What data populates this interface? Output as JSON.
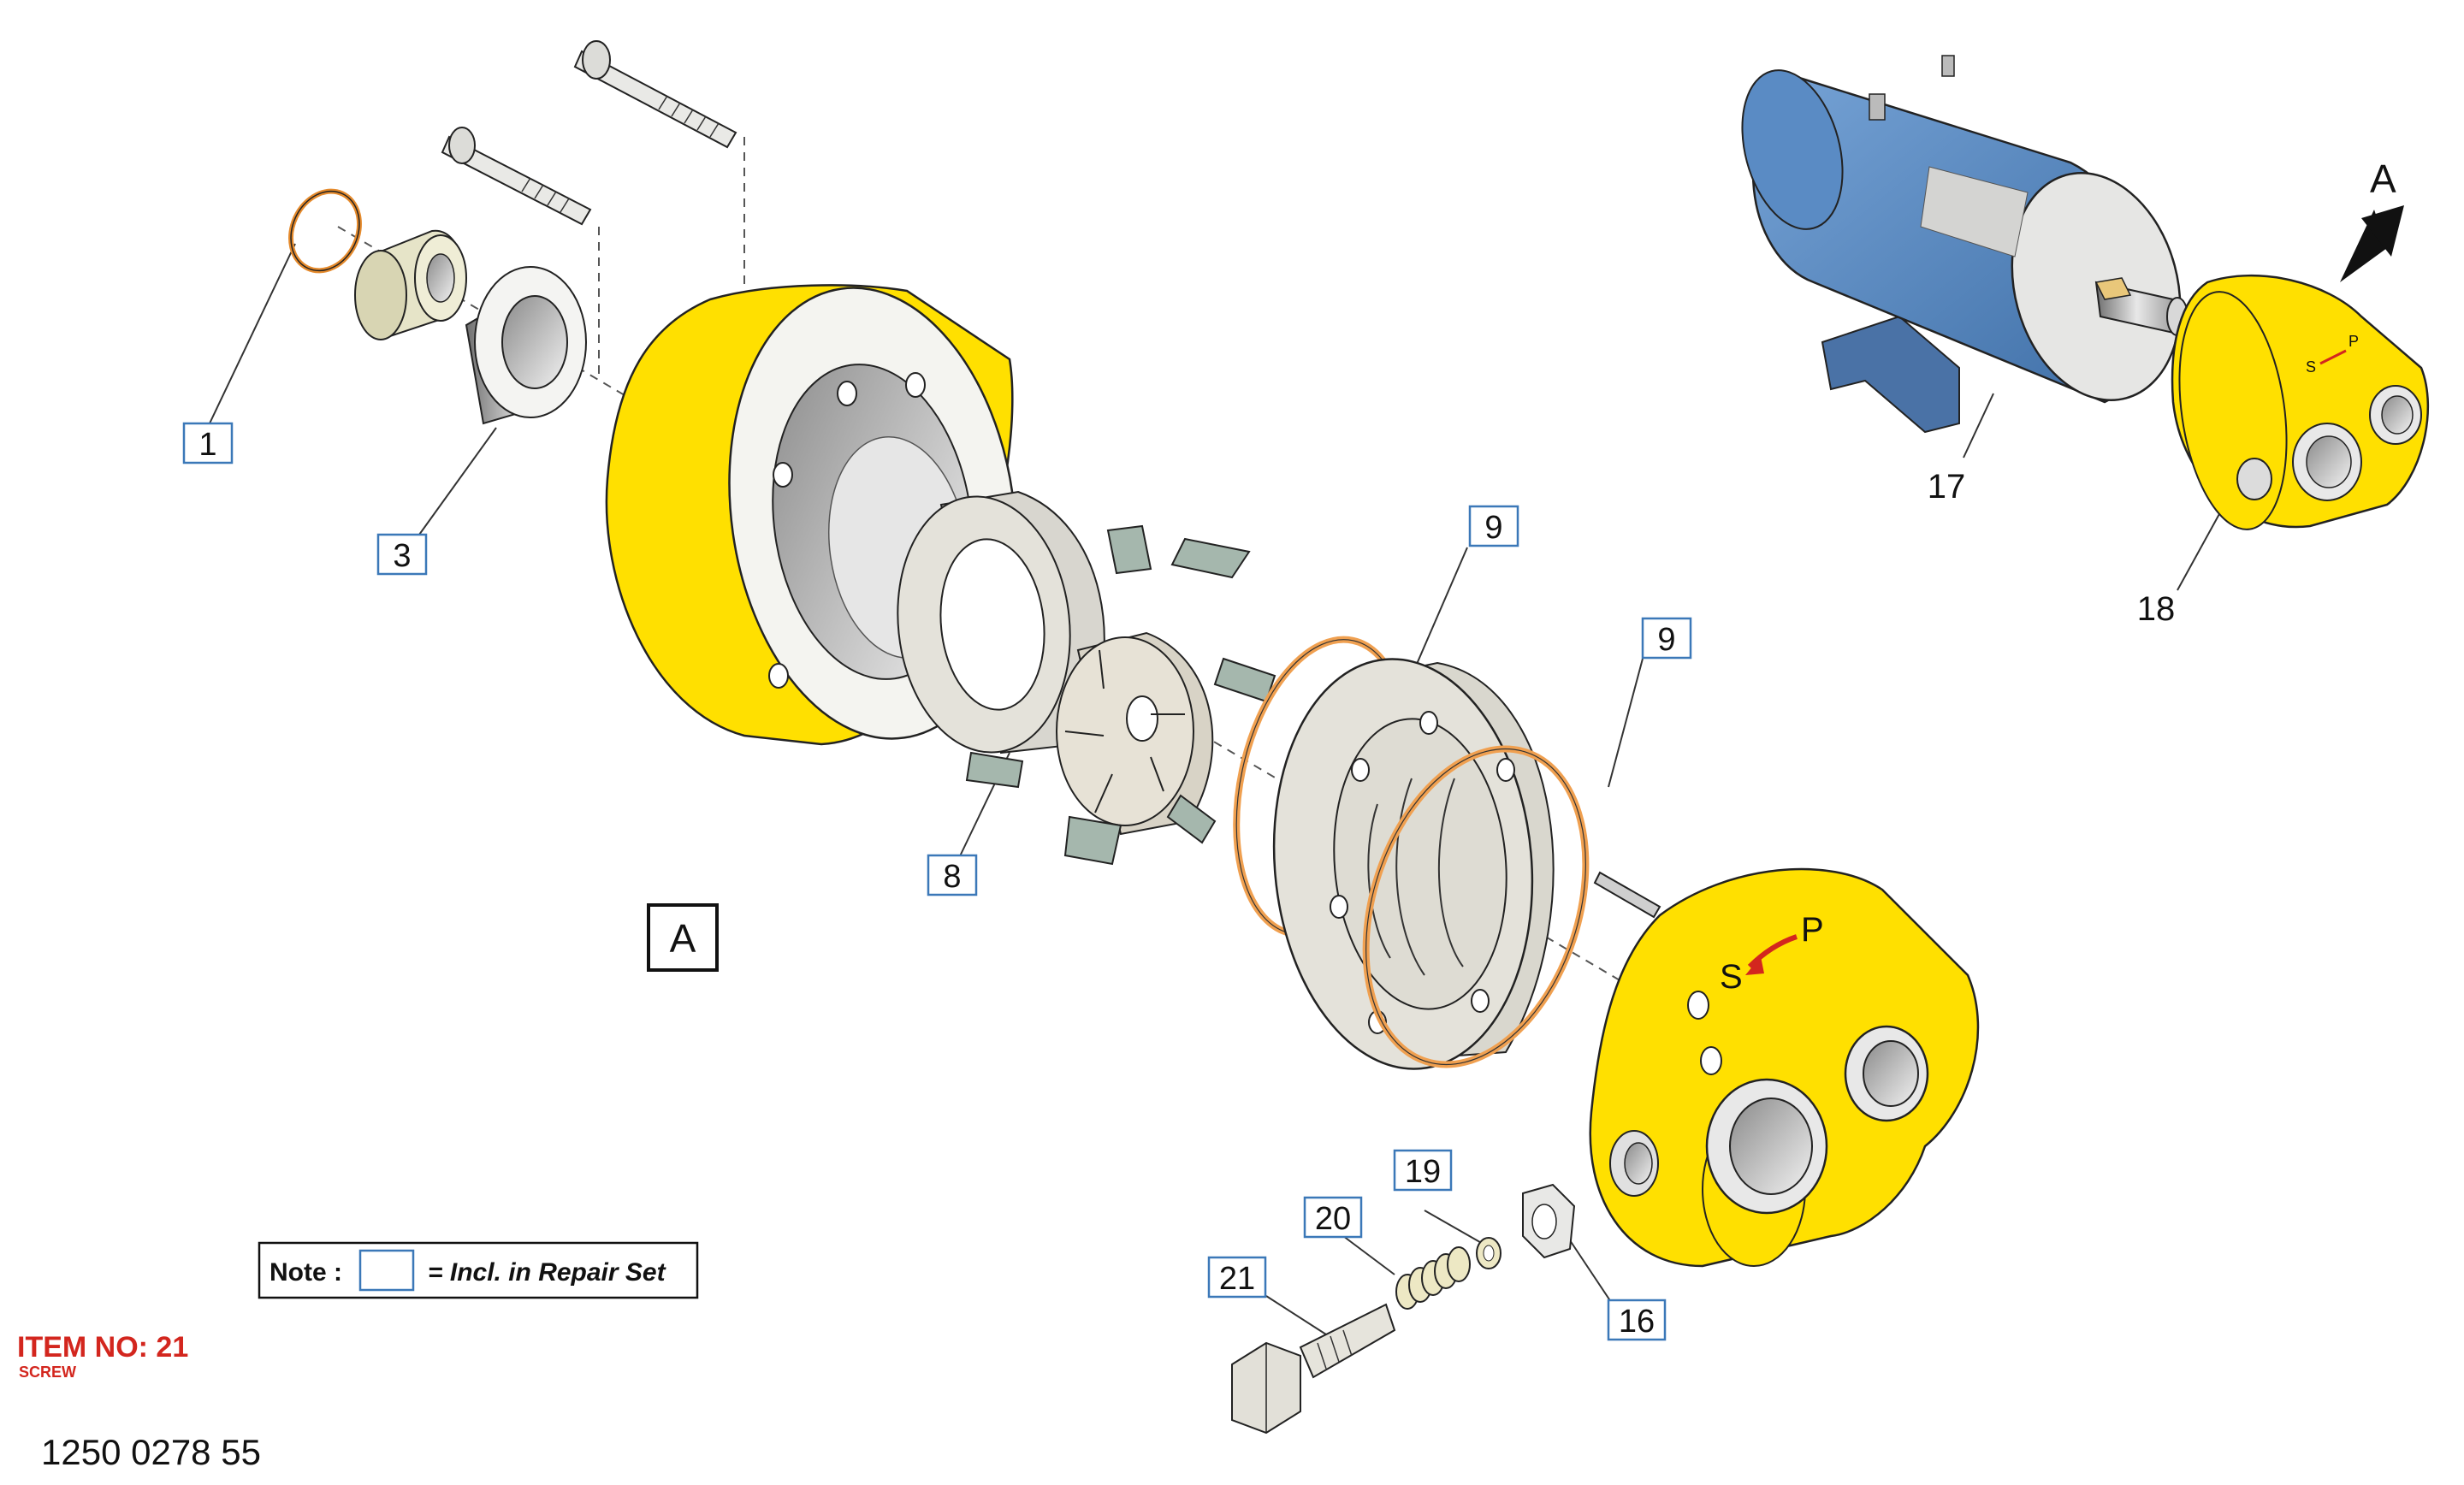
{
  "callouts": {
    "c1": "1",
    "c3": "3",
    "c8": "8",
    "c9a": "9",
    "c9b": "9",
    "c16": "16",
    "c17": "17",
    "c18": "18",
    "c19": "19",
    "c20": "20",
    "c21": "21"
  },
  "view_marker": "A",
  "view_arrow_label": "A",
  "note": {
    "prefix": "Note :",
    "suffix": "= Incl. in Repair Set"
  },
  "item": {
    "title": "ITEM NO: 21",
    "subtitle": "SCREW"
  },
  "part_number": "1250 0278 55",
  "colors": {
    "yellow": "#ffe000",
    "blue_motor": "#5a8bc4",
    "orange_oring": "#f0a050",
    "callout_box": "#3b78b8",
    "red_text": "#d3261e"
  }
}
